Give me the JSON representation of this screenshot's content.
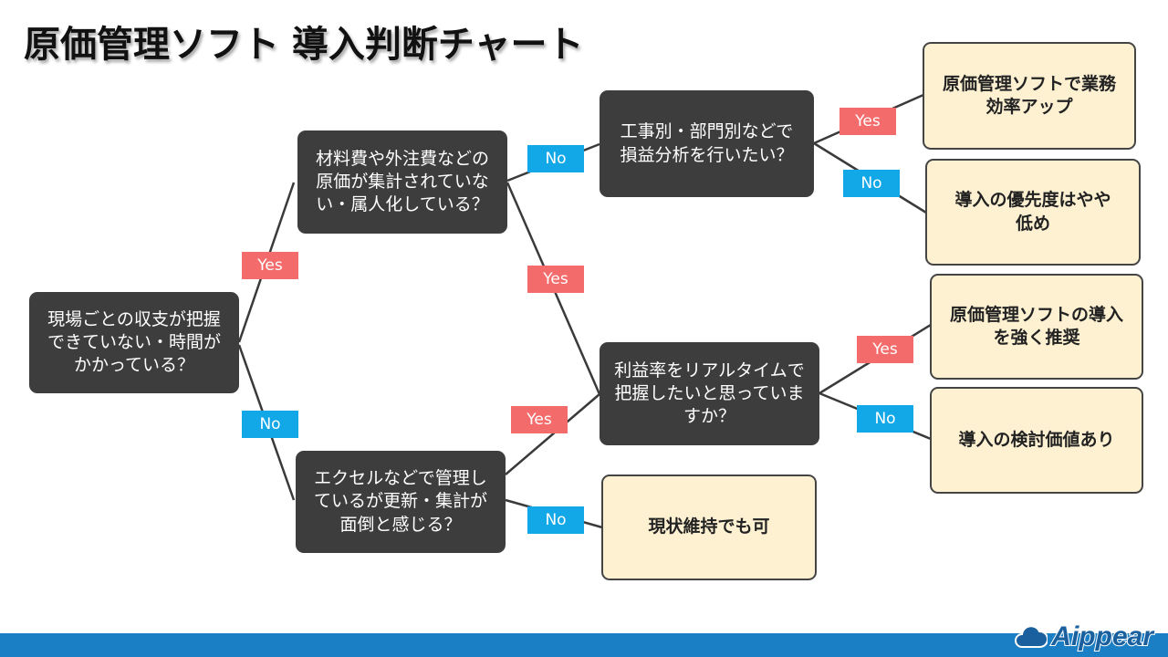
{
  "title": "原価管理ソフト 導入判断チャート",
  "questions": {
    "q1": "現場ごとの収支が把握\nできていない・時間が\nかかっている？",
    "q2": "材料費や外注費などの\n原価が集計されていな\nい・属人化している？",
    "q3": "エクセルなどで管理し\nているが更新・集計が\n面倒と感じる？",
    "q4": "工事別・部門別などで\n損益分析を行いたい？",
    "q5": "利益率をリアルタイムで\n把握したいと思っていま\nすか？"
  },
  "results": {
    "r1": "原価管理ソフトで業務\n効率アップ",
    "r2": "導入の優先度はやや\n低め",
    "r3": "原価管理ソフトの導入\nを強く推奨",
    "r4": "導入の検討価値あり",
    "r5": "現状維持でも可"
  },
  "labels": {
    "yes": "Yes",
    "no": "No"
  },
  "colors": {
    "question_bg": "#3d3d3d",
    "result_bg": "#fdf1d2",
    "yes_label": "#f46b6b",
    "no_label": "#12a8e8",
    "footer": "#1a7fc4"
  },
  "logo": {
    "text": "Aippear",
    "icon": "cloud-icon"
  }
}
